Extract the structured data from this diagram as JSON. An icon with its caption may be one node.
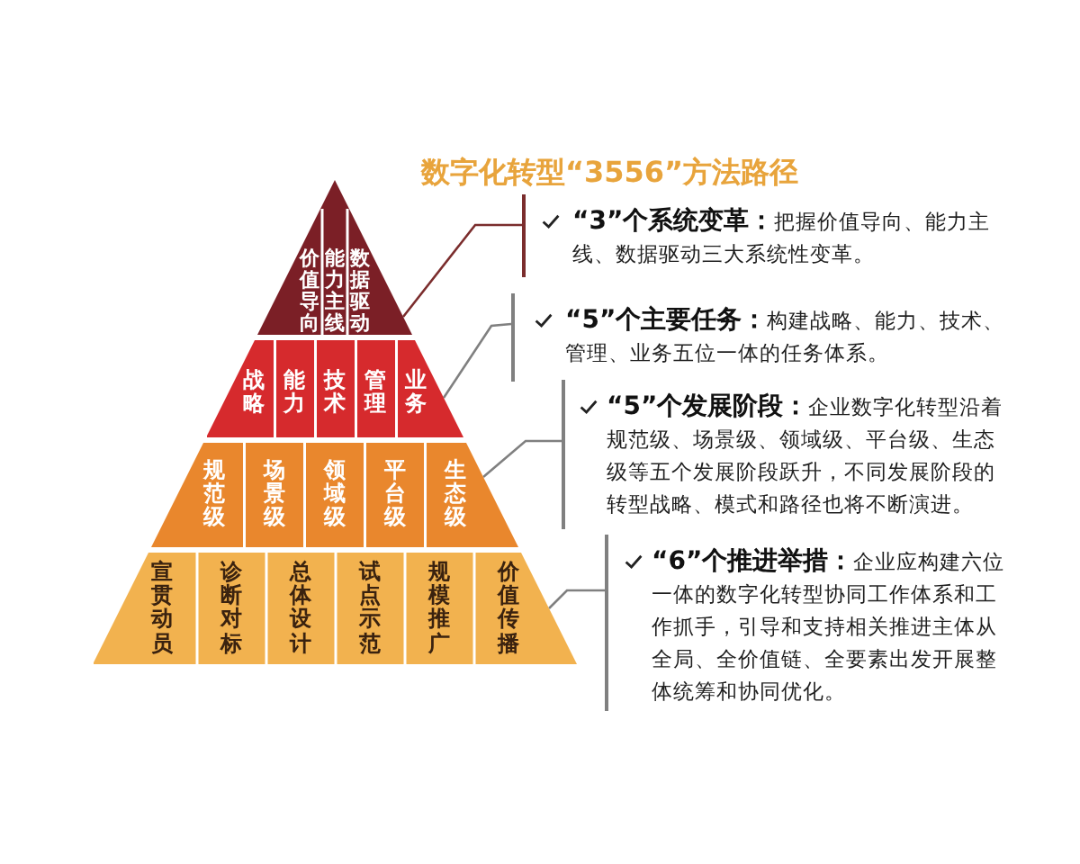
{
  "diagram": {
    "title": "数字化转型“3556”方法路径",
    "nodes": [
      {
        "text": [],
        "shape": "triangle"
      },
      {
        "text": [
          "价值导向"
        ],
        "in": 0
      },
      {
        "text": [
          "能力主线"
        ],
        "in": 0
      },
      {
        "text": [
          "数据驱动"
        ],
        "in": 0
      },
      {
        "text": [],
        "shape": "trapezoid"
      },
      {
        "text": [
          "战略"
        ],
        "in": 4
      },
      {
        "text": [
          "能力"
        ],
        "in": 4
      },
      {
        "text": [
          "技术"
        ],
        "in": 4
      },
      {
        "text": [
          "管理"
        ],
        "in": 4
      },
      {
        "text": [
          "业务"
        ],
        "in": 4
      },
      {
        "text": [],
        "shape": "trapezoid"
      },
      {
        "text": [
          "规范级"
        ],
        "in": 10
      },
      {
        "text": [
          "场景级"
        ],
        "in": 10
      },
      {
        "text": [
          "领域级"
        ],
        "in": 10
      },
      {
        "text": [
          "平台级"
        ],
        "in": 10
      },
      {
        "text": [
          "生态级"
        ],
        "in": 10
      },
      {
        "text": [],
        "shape": "trapezoid"
      },
      {
        "text": [
          "宣贯动员"
        ],
        "in": 16
      },
      {
        "text": [
          "诊断对标"
        ],
        "in": 16
      },
      {
        "text": [
          "总体设计"
        ],
        "in": 16
      },
      {
        "text": [
          "试点示范"
        ],
        "in": 16
      },
      {
        "text": [
          "规模推广"
        ],
        "in": 16
      },
      {
        "text": [
          "价值传播"
        ],
        "in": 16
      },
      {
        "text": [
          "**“3”个系统变革：**把握价值导向、能力主线、数据驱动三大系统性变革。"
        ]
      },
      {
        "text": [
          "**“5”个主要任务：**构建战略、能力、技术、管理、业务五位一体的任务体系。"
        ]
      },
      {
        "text": [
          "**“5”个发展阶段：**企业数字化转型沿着规范级、场景级、领域级、平台级、生态级等五个发展阶段跃升，不同发展阶段的转型战略、模式和路径也将不断演进。"
        ]
      },
      {
        "text": [
          "**“6”个推进举措：**企业应构建六位一体的数字化转型协同工作体系和工作抓手，引导和支持相关推进主体从全局、全价值链、全要素出发开展整体统筹和协同优化。"
        ]
      }
    ],
    "edges": [
      {
        "from": 0,
        "to": 23,
        "arrow": "none",
        "color": "#7b2d2d"
      },
      {
        "from": 4,
        "to": 24,
        "arrow": "none"
      },
      {
        "from": 10,
        "to": 25,
        "arrow": "none"
      },
      {
        "from": 16,
        "to": 26,
        "arrow": "none"
      }
    ]
  }
}
